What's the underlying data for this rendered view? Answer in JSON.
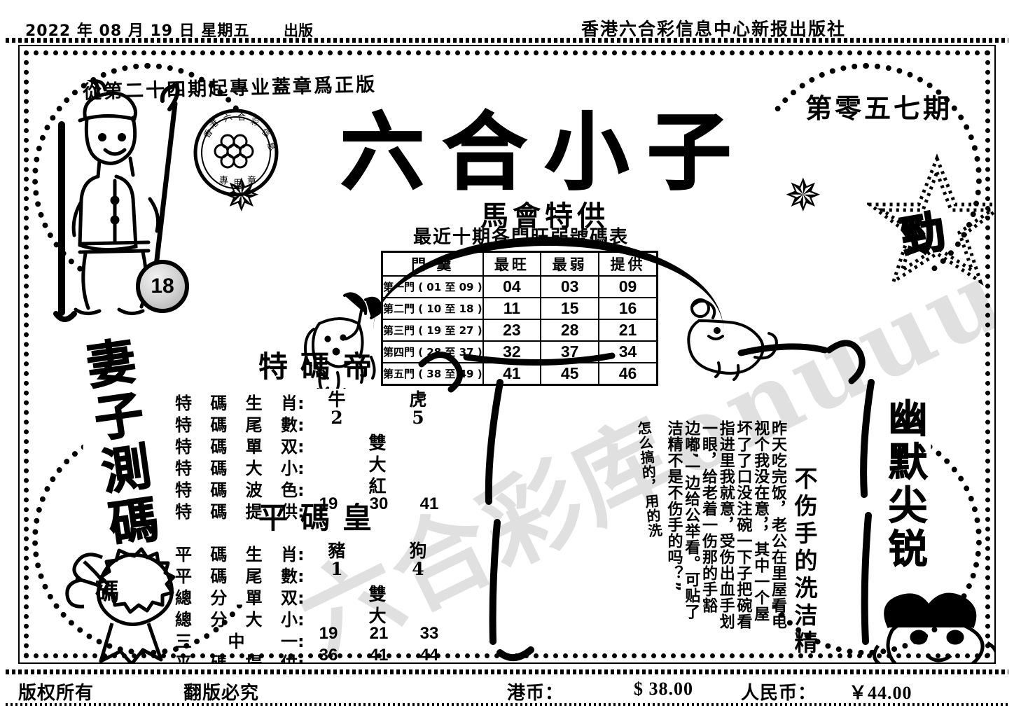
{
  "masthead": {
    "date": "2022 年 08 月 19 日  星期五",
    "publish_label": "出版",
    "organization": "香港六合彩信息中心新报出版社"
  },
  "poster": {
    "banner_note": "從第二十四期起專业蓋章爲正版",
    "issue_number": "第零五七期",
    "logo_title": "六合小子",
    "logo_subtitle": "馬會特供",
    "seal_text": "香港六合彩信息中心專用章",
    "ball_number": "18",
    "left_slogan": "妻子測碼",
    "rosette_label": "碼",
    "burst_char": "勁",
    "right_decoration": "幽默尖锐",
    "right_slogan": "不伤手的洗洁精"
  },
  "table": {
    "title": "最近十期各門旺弱號碼表",
    "headers": [
      "門 羹",
      "最旺",
      "最弱",
      "提供"
    ],
    "rows": [
      {
        "label": "第一門 ( 01 至 09 )",
        "hottest": "04",
        "coldest": "03",
        "supply": "09"
      },
      {
        "label": "第二門 ( 10 至 18 )",
        "hottest": "11",
        "coldest": "15",
        "supply": "16"
      },
      {
        "label": "第三門 ( 19 至 27 )",
        "hottest": "23",
        "coldest": "28",
        "supply": "21"
      },
      {
        "label": "第四門 ( 28 至 37 )",
        "hottest": "32",
        "coldest": "37",
        "supply": "34"
      },
      {
        "label": "第五門 ( 38 至 49 )",
        "hottest": "41",
        "coldest": "45",
        "supply": "46"
      }
    ]
  },
  "special_block": {
    "title": "特碼帝",
    "rows": [
      {
        "label": "特碼生肖",
        "v1": "牛",
        "v2": "虎"
      },
      {
        "label": "特碼尾數",
        "v1": "2",
        "v2": "5"
      },
      {
        "label": "特碼單双",
        "v1": "雙",
        "v2": ""
      },
      {
        "label": "特碼大小",
        "v1": "大",
        "v2": ""
      },
      {
        "label": "特碼波色",
        "v1": "紅",
        "v2": ""
      }
    ],
    "supply_label": "特碼提供",
    "supply_numbers": [
      "19",
      "30",
      "41"
    ]
  },
  "plain_block": {
    "title": "平碼皇",
    "rows": [
      {
        "label": "平碼生肖",
        "v1": "豬",
        "v2": "狗"
      },
      {
        "label": "平碼尾數",
        "v1": "1",
        "v2": "4"
      },
      {
        "label": "總分單双",
        "v1": "雙",
        "v2": ""
      },
      {
        "label": "總分大小",
        "v1": "大",
        "v2": ""
      }
    ],
    "three_pick_label": "三 中 一",
    "three_pick_numbers": [
      "19",
      "21",
      "33"
    ],
    "supply_label": "平碼提供",
    "supply_numbers": [
      "36",
      "41",
      "44"
    ]
  },
  "article": {
    "columns": [
      "昨天吃完饭，老公在里屋看电",
      "视个我没在意，，其中一个屋",
      "坏了了口没注碗一下子把碗看",
      "指进里我就意，受伤出血手划",
      "一眼，给老着一伤那的手豁",
      "边嘟’一边给公举看。可贴了",
      "洁精不是不伤手的吗？”",
      "怎么搞的，用的洗"
    ]
  },
  "watermark": "六合彩库onuuu.com",
  "footer": {
    "copyright": "版权所有",
    "reproduction": "翻版必究",
    "hkd_label": "港币：",
    "hkd_value": "$ 38.00",
    "cny_label": "人民币：",
    "cny_value": "￥44.00"
  }
}
